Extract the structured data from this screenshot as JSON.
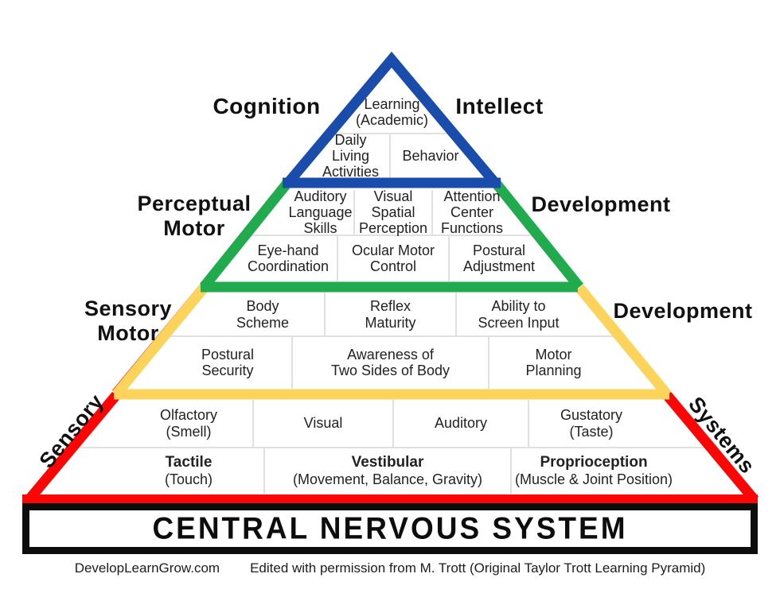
{
  "colors": {
    "blue": "#1a4dab",
    "green": "#21aa4e",
    "yellow": "#fcd45c",
    "red": "#fb0505",
    "grid": "#e0e0e0"
  },
  "level1": {
    "side_left": "Cognition",
    "side_right": "Intellect",
    "learning": "Learning\n(Academic)",
    "daily_living": "Daily\nLiving\nActivities",
    "behavior": "Behavior"
  },
  "level2": {
    "side_left": "Perceptual\nMotor",
    "side_right": "Development",
    "auditory_language": "Auditory\nLanguage\nSkills",
    "visual_spatial": "Visual\nSpatial\nPerception",
    "attention_center": "Attention\nCenter\nFunctions",
    "eye_hand": "Eye-hand\nCoordination",
    "ocular_motor": "Ocular Motor\nControl",
    "postural_adjustment": "Postural\nAdjustment"
  },
  "level3": {
    "side_left": "Sensory\nMotor",
    "side_right": "Development",
    "body_scheme": "Body\nScheme",
    "reflex_maturity": "Reflex\nMaturity",
    "ability_screen_input": "Ability to\nScreen Input",
    "postural_security": "Postural\nSecurity",
    "awareness_two_sides": "Awareness of\nTwo Sides of Body",
    "motor_planning": "Motor\nPlanning"
  },
  "level4": {
    "side_left": "Sensory",
    "side_right": "Systems",
    "olfactory": "Olfactory\n(Smell)",
    "visual": "Visual",
    "auditory": "Auditory",
    "gustatory": "Gustatory\n(Taste)",
    "tactile_title": "Tactile",
    "tactile_sub": "(Touch)",
    "vestibular_title": "Vestibular",
    "vestibular_sub": "(Movement, Balance, Gravity)",
    "proprioception_title": "Proprioception",
    "proprioception_sub": "(Muscle & Joint Position)"
  },
  "banner": {
    "title": "CENTRAL NERVOUS SYSTEM"
  },
  "footer": {
    "site": "DevelopLearnGrow.com",
    "credit": "Edited with permission from M. Trott (Original Taylor Trott Learning Pyramid)"
  }
}
